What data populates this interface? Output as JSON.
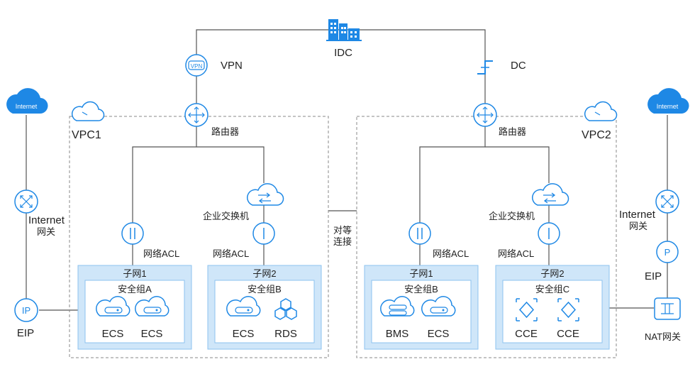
{
  "top": {
    "idc": "IDC",
    "vpn": "VPN",
    "dc": "DC"
  },
  "peering": {
    "line1": "对等",
    "line2": "连接"
  },
  "vpc1": {
    "name": "VPC1",
    "router": "路由器",
    "enterprise_switch": "企业交换机",
    "acl_left": "网络ACL",
    "acl_right": "网络ACL",
    "subnet1": {
      "title": "子网1",
      "sg": "安全组A",
      "nodes": [
        "ECS",
        "ECS"
      ]
    },
    "subnet2": {
      "title": "子网2",
      "sg": "安全组B",
      "nodes": [
        "ECS",
        "RDS"
      ]
    }
  },
  "vpc2": {
    "name": "VPC2",
    "router": "路由器",
    "enterprise_switch": "企业交换机",
    "acl_left": "网络ACL",
    "acl_right": "网络ACL",
    "subnet1": {
      "title": "子网1",
      "sg": "安全组B",
      "nodes": [
        "BMS",
        "ECS"
      ]
    },
    "subnet2": {
      "title": "子网2",
      "sg": "安全组C",
      "nodes": [
        "CCE",
        "CCE"
      ]
    }
  },
  "left": {
    "internet": "Internet",
    "gateway_line1": "Internet",
    "gateway_line2": "网关",
    "eip": "EIP"
  },
  "right": {
    "internet": "Internet",
    "gateway_line1": "Internet",
    "gateway_line2": "网关",
    "eip": "EIP",
    "nat": "NAT网关"
  },
  "colors": {
    "accent": "#1e88e5",
    "line": "#555555",
    "dashed": "#888888",
    "subnet_fill": "#cfe6f9",
    "subnet_border": "#8ec3ef"
  }
}
